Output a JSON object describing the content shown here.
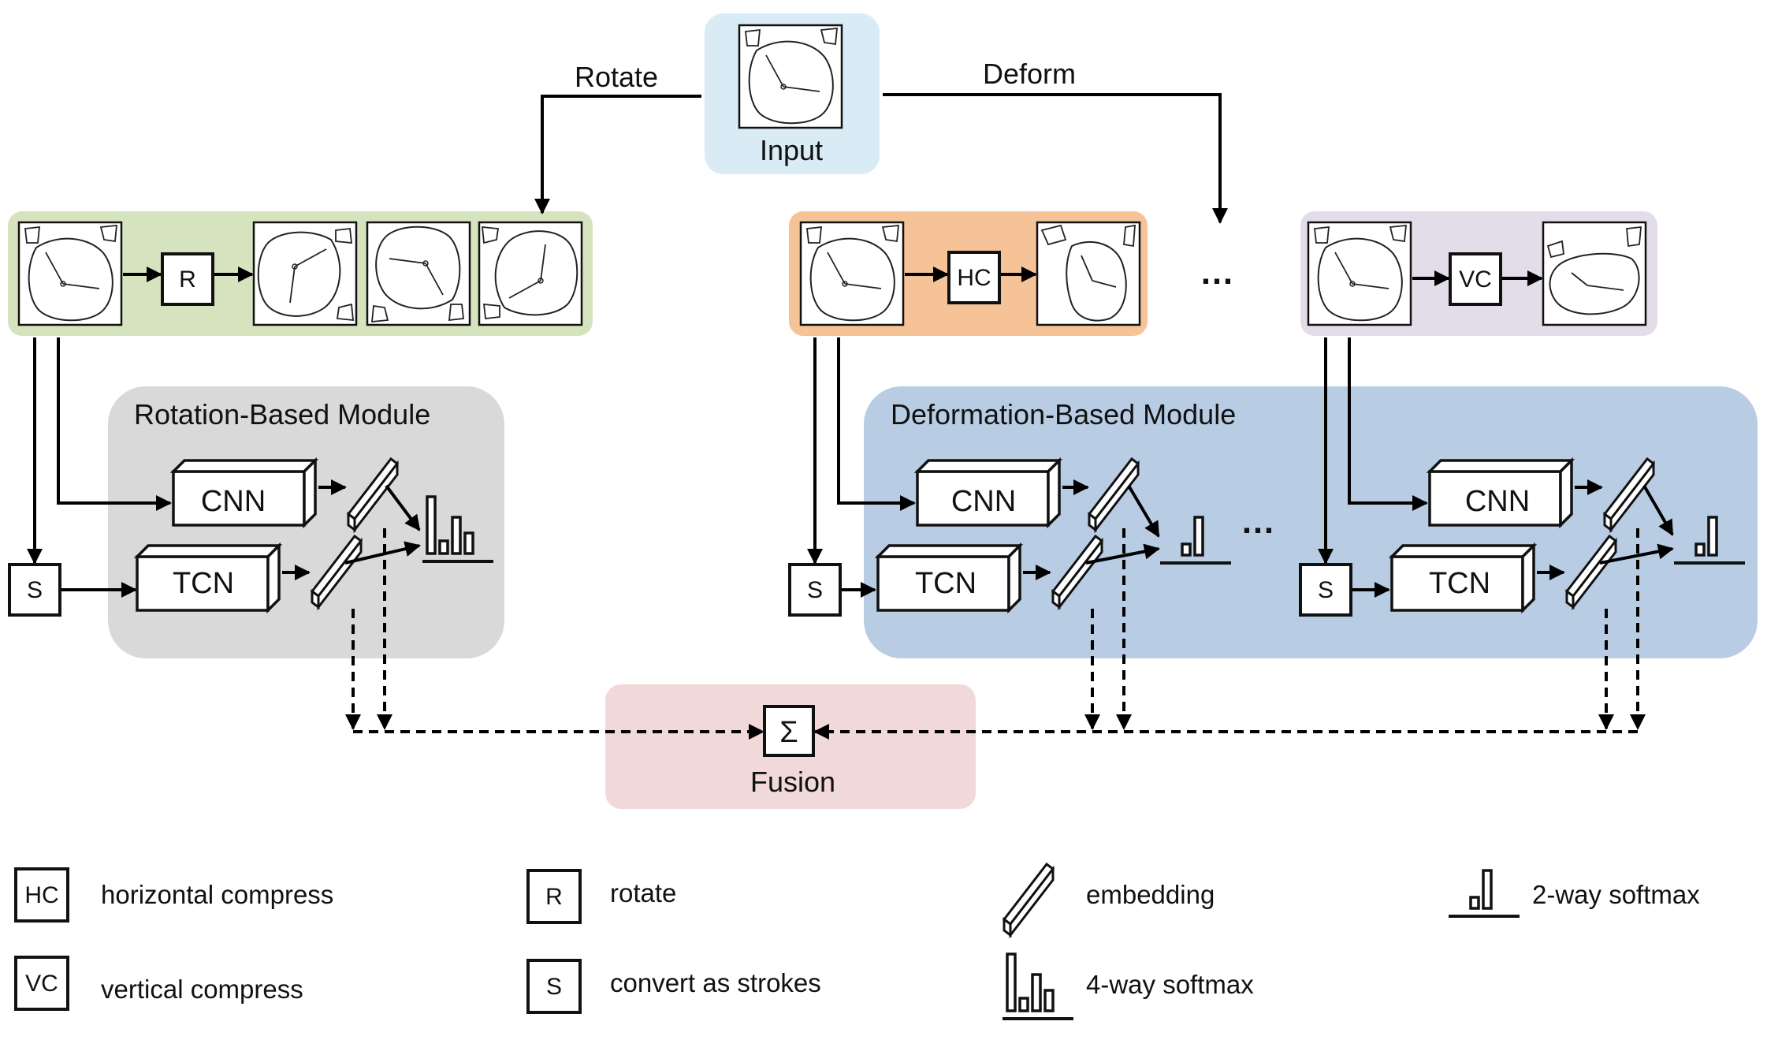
{
  "input": {
    "label": "Input"
  },
  "branches": {
    "rotate_label": "Rotate",
    "deform_label": "Deform",
    "ellipsis": "…"
  },
  "ops": {
    "r": "R",
    "hc": "HC",
    "vc": "VC",
    "s": "S"
  },
  "modules": {
    "rotation_title": "Rotation-Based Module",
    "deformation_title": "Deformation-Based Module",
    "cnn": "CNN",
    "tcn": "TCN",
    "ellipsis": "…"
  },
  "fusion": {
    "label": "Fusion",
    "symbol": "Σ"
  },
  "legend": [
    {
      "symbol": "HC",
      "text": "horizontal compress"
    },
    {
      "symbol": "VC",
      "text": "vertical compress"
    },
    {
      "symbol": "R",
      "text": "rotate"
    },
    {
      "symbol": "S",
      "text": "convert as strokes"
    },
    {
      "symbol": "embedding-icon",
      "text": "embedding"
    },
    {
      "symbol": "4-way-softmax-icon",
      "text": "4-way softmax"
    },
    {
      "symbol": "2-way-softmax-icon",
      "text": "2-way softmax"
    }
  ],
  "colors": {
    "input_bg": "#d9ebf4",
    "rotate_bg": "#d5e3bf",
    "hc_bg": "#f6c398",
    "vc_bg": "#e3dce9",
    "rotation_module_bg": "#d9d9d9",
    "deformation_module_bg": "#b8cde4",
    "fusion_bg": "#f1d9d9"
  }
}
